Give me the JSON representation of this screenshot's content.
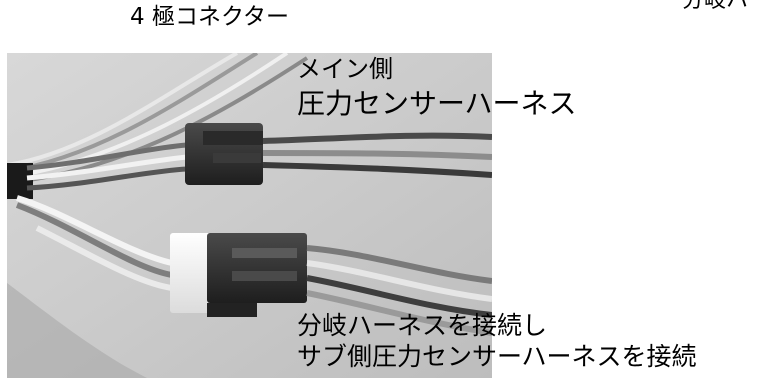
{
  "labels": {
    "top_left": "4 極コネクター",
    "top_right_partial": "分岐ハ",
    "main_side_line1": "メイン側",
    "main_side_line2": "圧力センサーハーネス",
    "branch_line1": "分岐ハーネスを接続し",
    "branch_line2": "サブ側圧力センサーハーネスを接続"
  },
  "colors": {
    "background": "#ffffff",
    "text": "#000000",
    "photo_bg": "#cfcfcf"
  }
}
